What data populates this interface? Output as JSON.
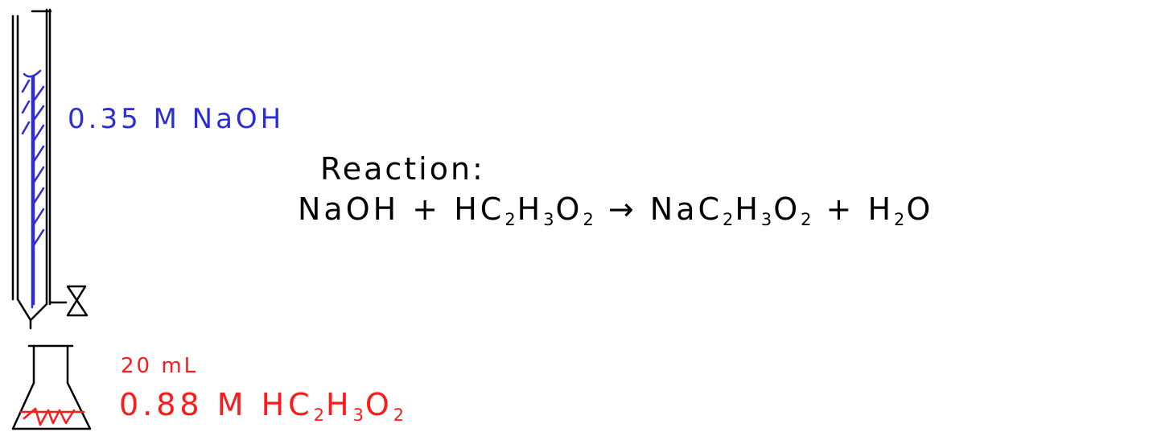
{
  "colors": {
    "ink": "#000000",
    "titrant": "#2d2dd8",
    "analyte": "#ff1a1a"
  },
  "burette": {
    "label": "0.35 M NaOH"
  },
  "reaction": {
    "title": "Reaction:",
    "equation": {
      "reactant1": "NaOH",
      "plus1": "+",
      "reactant2": {
        "p1": "HC",
        "s1": "2",
        "p2": "H",
        "s2": "3",
        "p3": "O",
        "s3": "2"
      },
      "arrow": "→",
      "product1": {
        "p1": "NaC",
        "s1": "2",
        "p2": "H",
        "s2": "3",
        "p3": "O",
        "s3": "2"
      },
      "plus2": "+",
      "product2": {
        "p1": "H",
        "s1": "2",
        "p2": "O"
      }
    }
  },
  "flask": {
    "volume": "20 mL",
    "acid": {
      "conc": "0.88 M",
      "p1": "HC",
      "s1": "2",
      "p2": "H",
      "s2": "3",
      "p3": "O",
      "s3": "2"
    }
  }
}
